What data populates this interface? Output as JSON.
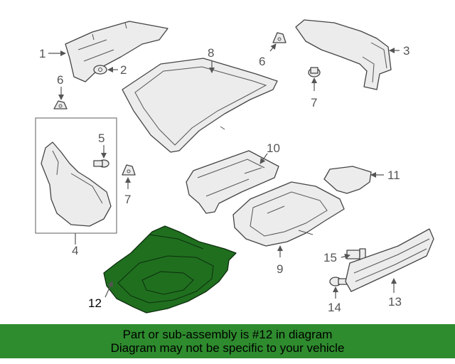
{
  "callouts": {
    "c1": "1",
    "c2": "2",
    "c3": "3",
    "c4": "4",
    "c5": "5",
    "c6a": "6",
    "c6b": "6",
    "c7a": "7",
    "c7b": "7",
    "c8": "8",
    "c9": "9",
    "c10": "10",
    "c11": "11",
    "c12": "12",
    "c13": "13",
    "c14": "14",
    "c15": "15"
  },
  "highlight": {
    "part": "12",
    "color": "#1f6f1f"
  },
  "banner": {
    "line1": "Part or sub-assembly is #12 in diagram",
    "line2": "Diagram may not be specific to your vehicle",
    "color": "#2e8b2e"
  }
}
